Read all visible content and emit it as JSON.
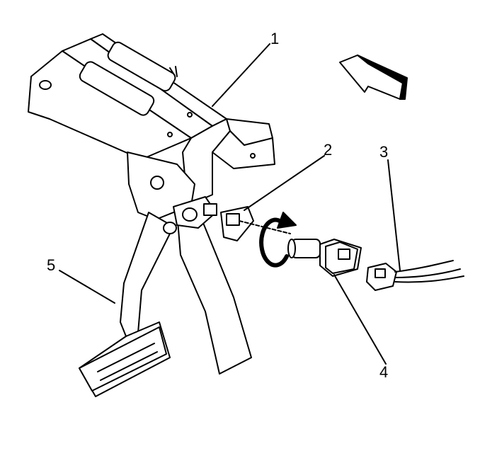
{
  "callouts": [
    {
      "number": "1"
    },
    {
      "number": "2"
    },
    {
      "number": "3"
    },
    {
      "number": "4"
    },
    {
      "number": "5"
    }
  ],
  "colors": {
    "line": "#000000",
    "background": "#ffffff"
  },
  "icons": {
    "direction_arrow": "view-direction-arrow-icon",
    "rotation_arrow": "rotate-arrow-icon"
  }
}
